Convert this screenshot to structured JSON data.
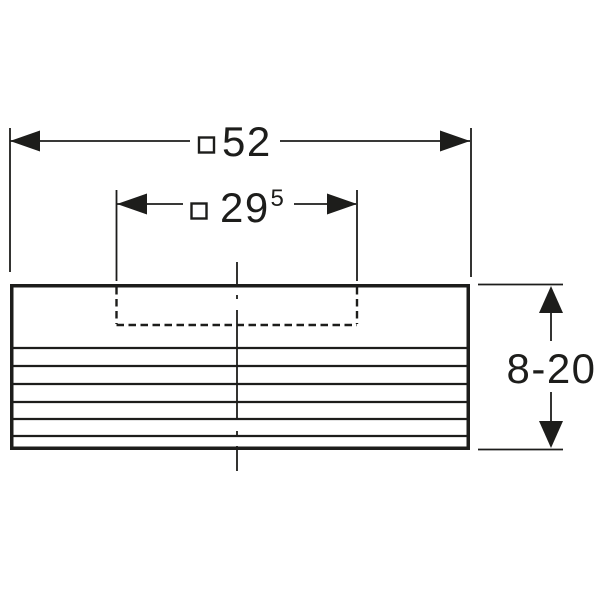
{
  "colors": {
    "line": "#1d1d1b",
    "background": "#ffffff"
  },
  "drawing": {
    "kind": "technical-dimension-drawing",
    "dimensions": {
      "outer_width": {
        "symbol": "square",
        "value": "52"
      },
      "inner_width": {
        "symbol": "square",
        "value": "29",
        "superscript": "5"
      },
      "height_range": {
        "value": "8-20"
      }
    }
  }
}
